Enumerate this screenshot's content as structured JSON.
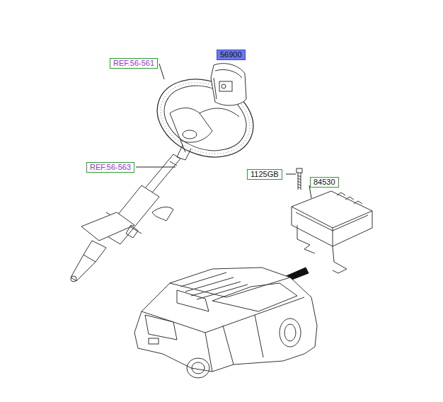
{
  "diagram": {
    "nodes": [
      {
        "text": [
          "56900"
        ]
      },
      {
        "text": [
          "REF.56-561"
        ]
      },
      {
        "text": [
          "REF.56-563"
        ]
      },
      {
        "text": [
          "1125GB"
        ]
      },
      {
        "text": [
          "84530"
        ]
      }
    ]
  }
}
